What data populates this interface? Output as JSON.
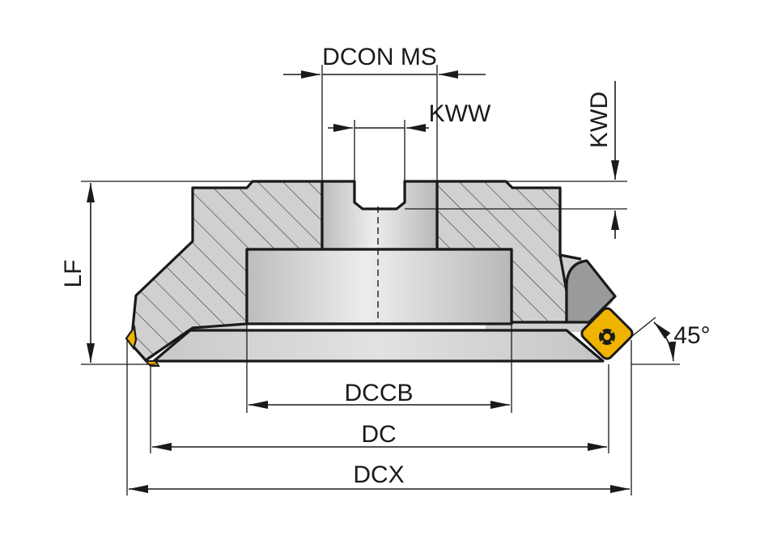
{
  "labels": {
    "dcon_ms": "DCON MS",
    "kww": "KWW",
    "kwd": "KWD",
    "lf": "LF",
    "angle": "45°",
    "dccb": "DCCB",
    "dc": "DC",
    "dcx": "DCX"
  },
  "colors": {
    "body_gray": "#d3d3d3",
    "bore_light": "#e6e6e6",
    "insert_gold": "#f0b400",
    "outline": "#1a1a1a"
  }
}
